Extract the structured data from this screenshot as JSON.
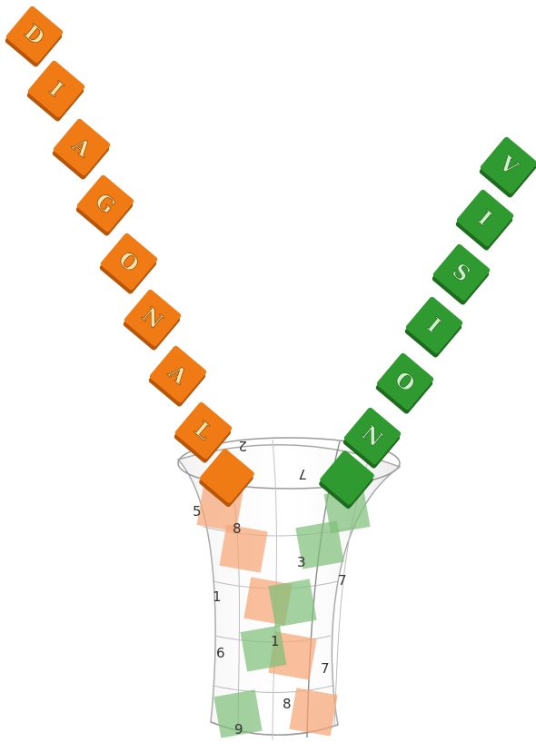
{
  "left_word": {
    "letters": [
      "D",
      "I",
      "A",
      "G",
      "O",
      "N",
      "A",
      "L"
    ],
    "color": "#f07a14",
    "color_dark": "#b85508",
    "ghost_color": "#f7a574"
  },
  "right_word": {
    "letters": [
      "V",
      "I",
      "S",
      "I",
      "O",
      "N"
    ],
    "color": "#2f9a2f",
    "color_dark": "#1d6b1d",
    "ghost_color": "#7fbf7a"
  },
  "vase": {
    "numbers": [
      "2",
      "7",
      "5",
      "8",
      "3",
      "7",
      "1",
      "1",
      "6",
      "7",
      "8",
      "9"
    ],
    "line_color": "#b8b8b8"
  }
}
